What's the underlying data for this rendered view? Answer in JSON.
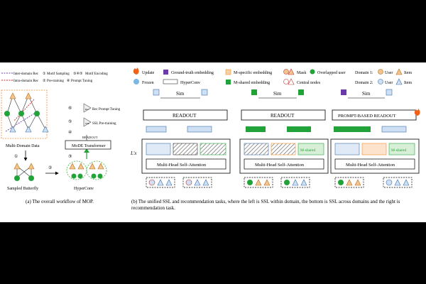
{
  "left_panel": {
    "legend": {
      "inter": "Inter-domain Rec",
      "intra": "Intra-domain Rec",
      "motif_sampling_num": "①",
      "motif_sampling": "Motif Sampling",
      "motif_encoding_nums": "③④⑤",
      "motif_encoding": "Motif Encoding",
      "pretraining_num": "②",
      "pretraining": "Pre-training",
      "prompt_num": "⑥",
      "prompt": "Prompt Tuning"
    },
    "multi_domain_data": "Multi-Domain Data",
    "sampled_butterfly": "Sampled Butterfly",
    "hyperconv": "HyperConv",
    "mode_transformer": "MoDE  Transformer",
    "readout": "READOUT",
    "rec_prompt_tuning": "Rec Prompt Tuning",
    "ssl_pretraining": "SSL  Pre-training",
    "rec_label": "Rec",
    "ssl_label": "SSL",
    "step_numbers": [
      "⑥",
      "⑤",
      "④",
      "③",
      "①",
      "②"
    ]
  },
  "right_panel": {
    "legend": {
      "update": "Update",
      "frozen": "Frozen",
      "ground_truth": "Ground-truth embedding",
      "hyperconv": "HyperConv",
      "m_specific": "M-specific embedding",
      "m_shared": "M-shared embedding",
      "mask": "Mask",
      "central": "Central nodes",
      "overlapped": "Overlapped user",
      "domain1": "Domain 1:",
      "domain2": "Domain 2:",
      "user": "User",
      "item": "Item"
    },
    "panels": [
      {
        "readout": "READOUT",
        "sim": "Sim",
        "attention": "Multi-Head Self-Attention"
      },
      {
        "readout": "READOUT",
        "sim": "Sim",
        "attention": "Multi-Head Self-Attention",
        "m_shared_tag": "M-shared"
      },
      {
        "readout": "PROMPT-BASED READOUT",
        "sim": "Sim",
        "attention": "Multi-Head Self-Attention",
        "m_shared_tag": "M-shared"
      }
    ],
    "layer_label": "L'x"
  },
  "captions": {
    "a": "(a)  The overall workflow of MOP.",
    "b": "(b)  The unified SSL and recommendation tasks, where the left is SSL within domain, the bottom is SSL across domains and the right is recommendation task."
  },
  "colors": {
    "user_fill": "#f4c48f",
    "item_fill": "#cfe0f5",
    "green": "#22a33a",
    "orange": "#f08a2a",
    "purple": "#6a3aa8",
    "cube_blue": "#bcd5ee",
    "flame": "#f0611a"
  }
}
